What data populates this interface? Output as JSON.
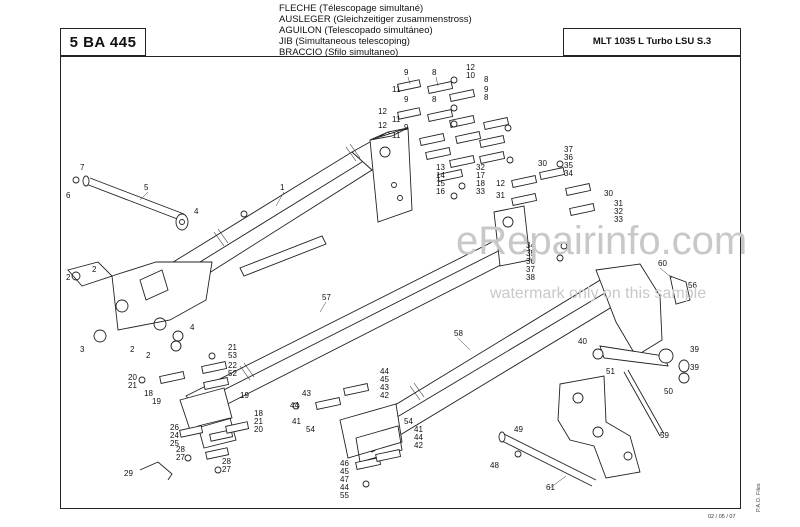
{
  "header": {
    "code": "5 BA 445",
    "model": "MLT 1035 L Turbo LSU S.3",
    "titles": [
      "FLECHE (Télescopage simultané)",
      "AUSLEGER (Gleichzeitiger zusammenstross)",
      "AGUILON (Telescopado simultáneo)",
      "JIB (Simultaneous telescoping)",
      "BRACCIO (Sfilo simultaneo)"
    ]
  },
  "watermark": {
    "site": "eRepairinfo.com",
    "notice": "watermark only on this sample"
  },
  "footer": {
    "side_label": "P.A.O. Files",
    "date": "02 / 05 / 07"
  },
  "callouts": [
    {
      "id": "c9a",
      "text": "9"
    },
    {
      "id": "c8a",
      "text": "8"
    },
    {
      "id": "c12a",
      "text": "12"
    },
    {
      "id": "c10a",
      "text": "10"
    },
    {
      "id": "c11a",
      "text": "11"
    },
    {
      "id": "c9b",
      "text": "9"
    },
    {
      "id": "c8b",
      "text": "8"
    },
    {
      "id": "c12b",
      "text": "12"
    },
    {
      "id": "c11b",
      "text": "11"
    },
    {
      "id": "c9c",
      "text": "9"
    },
    {
      "id": "c8c",
      "text": "8"
    },
    {
      "id": "c9d",
      "text": "9"
    },
    {
      "id": "c8d",
      "text": "8"
    },
    {
      "id": "c12c",
      "text": "12"
    },
    {
      "id": "c11c",
      "text": "11"
    },
    {
      "id": "c7",
      "text": "7"
    },
    {
      "id": "c5",
      "text": "5"
    },
    {
      "id": "c6",
      "text": "6"
    },
    {
      "id": "c1",
      "text": "1"
    },
    {
      "id": "c4a",
      "text": "4"
    },
    {
      "id": "c2a",
      "text": "2"
    },
    {
      "id": "c2b",
      "text": "2"
    },
    {
      "id": "c3",
      "text": "3"
    },
    {
      "id": "c2c",
      "text": "2"
    },
    {
      "id": "c2d",
      "text": "2"
    },
    {
      "id": "c4b",
      "text": "4"
    },
    {
      "id": "c13",
      "text": "13"
    },
    {
      "id": "c14",
      "text": "14"
    },
    {
      "id": "c15",
      "text": "15"
    },
    {
      "id": "c16",
      "text": "16"
    },
    {
      "id": "c17",
      "text": "17"
    },
    {
      "id": "c18",
      "text": "18"
    },
    {
      "id": "c33",
      "text": "33"
    },
    {
      "id": "c32",
      "text": "32"
    },
    {
      "id": "c12d",
      "text": "12"
    },
    {
      "id": "c31",
      "text": "31"
    },
    {
      "id": "c30",
      "text": "30"
    },
    {
      "id": "c37",
      "text": "37"
    },
    {
      "id": "c36",
      "text": "36"
    },
    {
      "id": "c35",
      "text": "35"
    },
    {
      "id": "c34",
      "text": "34"
    },
    {
      "id": "c30b",
      "text": "30"
    },
    {
      "id": "c31b",
      "text": "31"
    },
    {
      "id": "c32b",
      "text": "32"
    },
    {
      "id": "c33b",
      "text": "33"
    },
    {
      "id": "c34b",
      "text": "34"
    },
    {
      "id": "c35b",
      "text": "35"
    },
    {
      "id": "c36b",
      "text": "36"
    },
    {
      "id": "c37b",
      "text": "37"
    },
    {
      "id": "c38",
      "text": "38"
    },
    {
      "id": "c60",
      "text": "60"
    },
    {
      "id": "c56",
      "text": "56"
    },
    {
      "id": "c57",
      "text": "57"
    },
    {
      "id": "c58",
      "text": "58"
    },
    {
      "id": "c40",
      "text": "40"
    },
    {
      "id": "c39a",
      "text": "39"
    },
    {
      "id": "c39b",
      "text": "39"
    },
    {
      "id": "c51",
      "text": "51"
    },
    {
      "id": "c50",
      "text": "50"
    },
    {
      "id": "c59",
      "text": "59"
    },
    {
      "id": "c21a",
      "text": "21"
    },
    {
      "id": "c53",
      "text": "53"
    },
    {
      "id": "c22",
      "text": "22"
    },
    {
      "id": "c52",
      "text": "52"
    },
    {
      "id": "c20a",
      "text": "20"
    },
    {
      "id": "c21b",
      "text": "21"
    },
    {
      "id": "c18b",
      "text": "18"
    },
    {
      "id": "c19a",
      "text": "19"
    },
    {
      "id": "c19b",
      "text": "19"
    },
    {
      "id": "c18c",
      "text": "18"
    },
    {
      "id": "c21c",
      "text": "21"
    },
    {
      "id": "c20b",
      "text": "20"
    },
    {
      "id": "c26",
      "text": "26"
    },
    {
      "id": "c24",
      "text": "24"
    },
    {
      "id": "c25",
      "text": "25"
    },
    {
      "id": "c28a",
      "text": "28"
    },
    {
      "id": "c27a",
      "text": "27"
    },
    {
      "id": "c28b",
      "text": "28"
    },
    {
      "id": "c27b",
      "text": "27"
    },
    {
      "id": "c29",
      "text": "29"
    },
    {
      "id": "c43a",
      "text": "43"
    },
    {
      "id": "c44a",
      "text": "44"
    },
    {
      "id": "c41a",
      "text": "41"
    },
    {
      "id": "c54a",
      "text": "54"
    },
    {
      "id": "c44b",
      "text": "44"
    },
    {
      "id": "c45a",
      "text": "45"
    },
    {
      "id": "c43b",
      "text": "43"
    },
    {
      "id": "c42a",
      "text": "42"
    },
    {
      "id": "c54b",
      "text": "54"
    },
    {
      "id": "c41b",
      "text": "41"
    },
    {
      "id": "c44c",
      "text": "44"
    },
    {
      "id": "c42b",
      "text": "42"
    },
    {
      "id": "c46",
      "text": "46"
    },
    {
      "id": "c45b",
      "text": "45"
    },
    {
      "id": "c47",
      "text": "47"
    },
    {
      "id": "c44d",
      "text": "44"
    },
    {
      "id": "c55",
      "text": "55"
    },
    {
      "id": "c49",
      "text": "49"
    },
    {
      "id": "c48",
      "text": "48"
    },
    {
      "id": "c61",
      "text": "61"
    }
  ]
}
